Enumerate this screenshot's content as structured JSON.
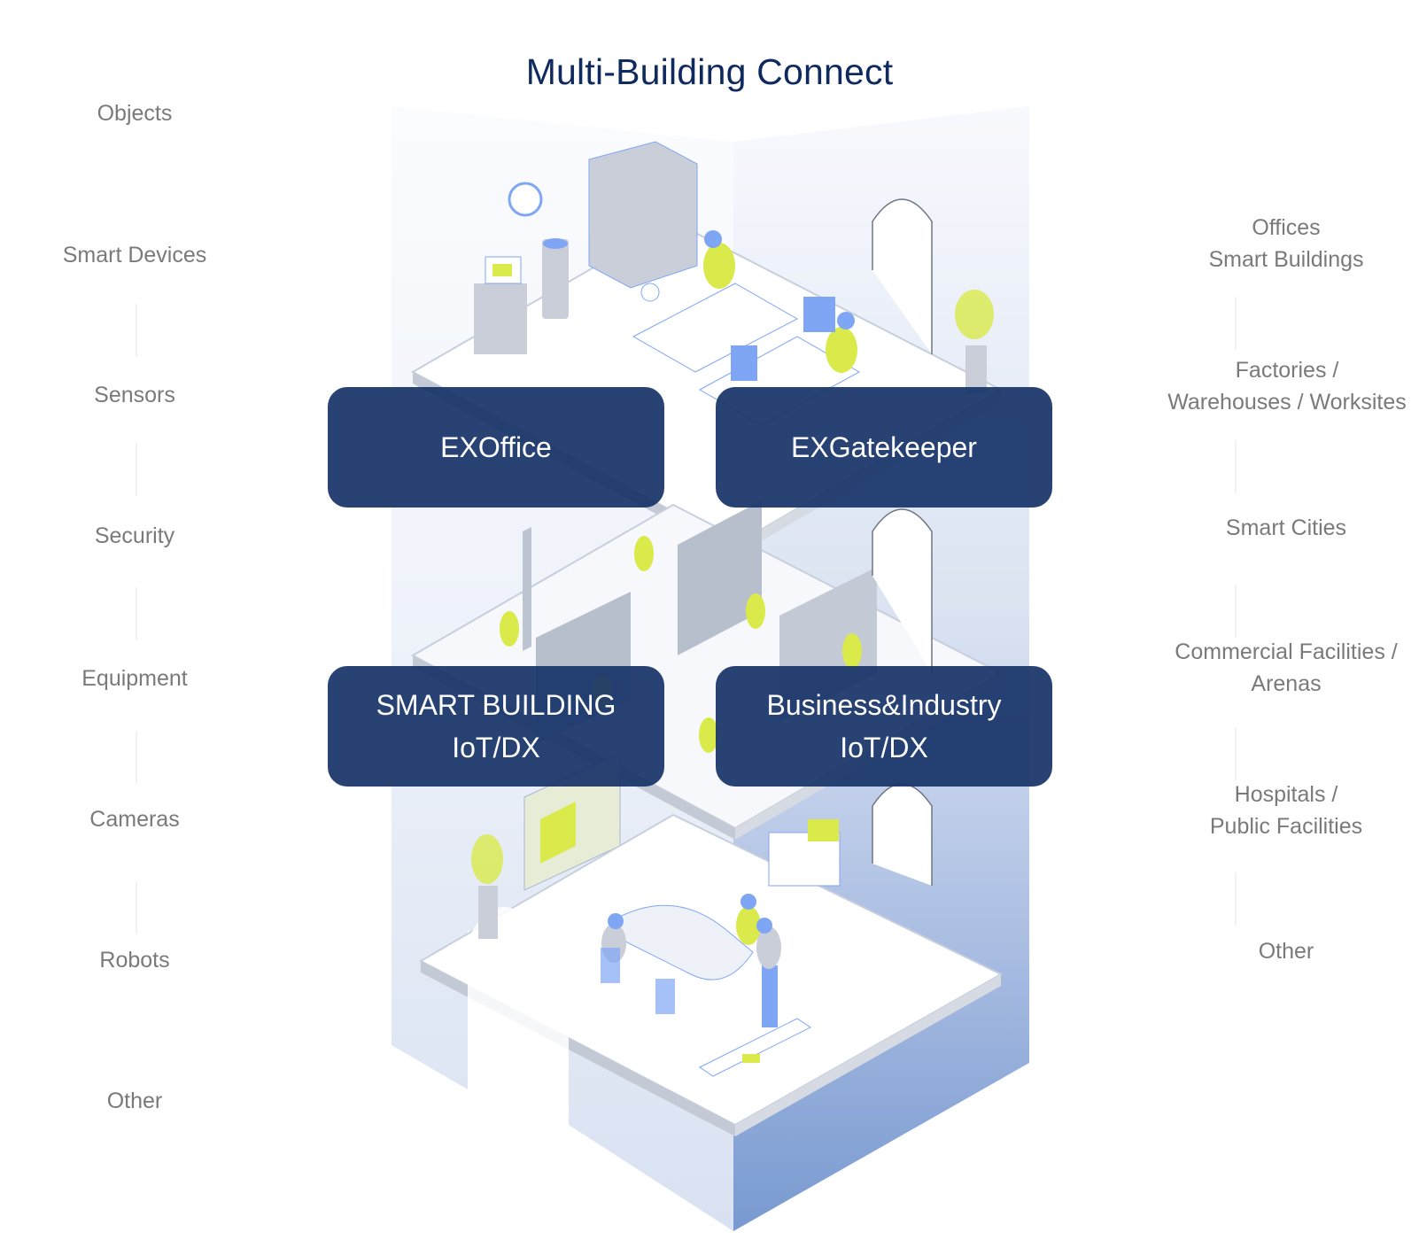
{
  "diagram": {
    "title": "Multi-Building Connect",
    "objects_column": {
      "items": [
        "Objects",
        "Smart Devices",
        "Sensors",
        "Security",
        "Equipment",
        "Cameras",
        "Robots",
        "Other"
      ]
    },
    "industries_column": {
      "items": [
        [
          "Offices",
          "Smart Buildings"
        ],
        [
          "Factories /",
          "Warehouses / Worksites"
        ],
        [
          "Smart Cities"
        ],
        [
          "Commercial Facilities /",
          "Arenas"
        ],
        [
          "Hospitals /",
          "Public Facilities"
        ],
        [
          "Other"
        ]
      ]
    },
    "products": [
      {
        "lines": [
          "EXOffice"
        ]
      },
      {
        "lines": [
          "EXGatekeeper"
        ]
      },
      {
        "lines": [
          "SMART BUILDING",
          "IoT/DX"
        ]
      },
      {
        "lines": [
          "Business&Industry",
          "IoT/DX"
        ]
      }
    ],
    "colors": {
      "title": "#0f2a5e",
      "product_box": "#183468",
      "label_text": "#7a7a7a",
      "building_light": "#dfe6f3",
      "building_dark": "#7f9fd3",
      "accent_yellow": "#d9ea4a",
      "accent_blue": "#7fa6f5"
    }
  }
}
